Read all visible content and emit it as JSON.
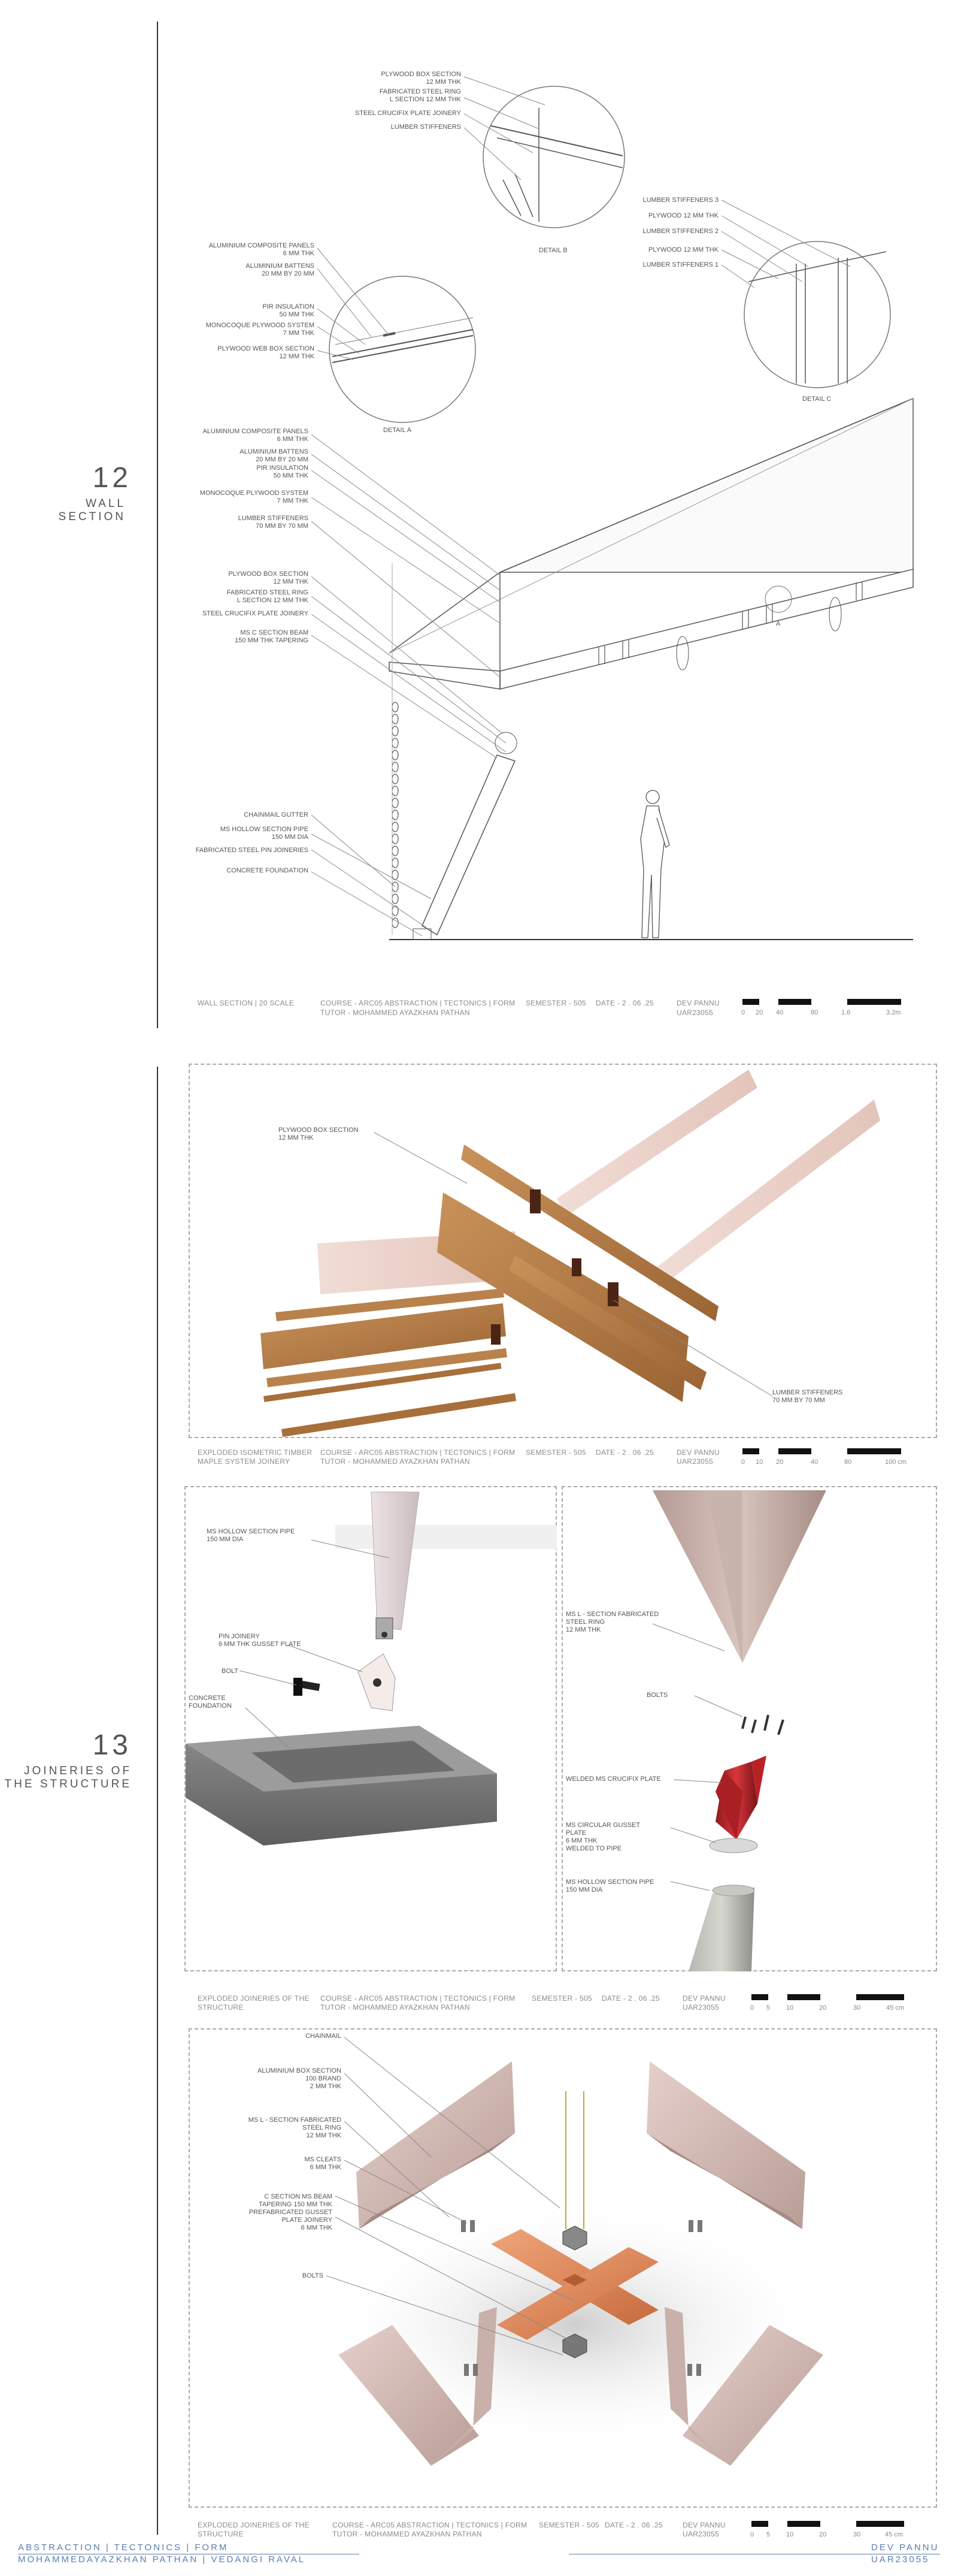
{
  "sec12": {
    "number": "12",
    "title_l1": "WALL",
    "title_l2": "SECTION",
    "detailB": {
      "caption": "DETAIL B",
      "labels": [
        "PLYWOOD BOX SECTION",
        "12 MM THK",
        "FABRICATED STEEL RING",
        "L SECTION 12 MM THK",
        "STEEL CRUCIFIX PLATE JOINERY",
        "LUMBER STIFFENERS"
      ]
    },
    "detailC": {
      "caption": "DETAIL C",
      "labels": [
        "LUMBER STIFFENERS 3",
        "PLYWOOD 12 MM THK",
        "LUMBER STIFFENERS 2",
        "PLYWOOD 12 MM THK",
        "LUMBER STIFFENERS 1"
      ]
    },
    "detailA": {
      "caption": "DETAIL A",
      "labels": [
        "ALUMINIUM COMPOSITE PANELS",
        "6 MM THK",
        "ALUMINIUM BATTENS",
        "20 MM BY 20 MM",
        "PIR INSULATION",
        "50 MM THK",
        "MONOCOQUE PLYWOOD SYSTEM",
        "7 MM THK",
        "PLYWOOD WEB BOX SECTION",
        "12 MM THK"
      ]
    },
    "main_labels": [
      "ALUMINIUM COMPOSITE PANELS",
      "6 MM THK",
      "ALUMINIUM BATTENS",
      "20 MM BY 20 MM",
      "PIR INSULATION",
      "50 MM THK",
      "MONOCOQUE PLYWOOD SYSTEM",
      "7 MM THK",
      "LUMBER STIFFENERS",
      "70 MM BY 70 MM",
      "PLYWOOD BOX SECTION",
      "12 MM THK",
      "FABRICATED STEEL RING",
      "L SECTION 12 MM THK",
      "STEEL CRUCIFIX PLATE JOINERY",
      "MS C SECTION BEAM",
      "150 MM THK TAPERING",
      "CHAINMAIL GUTTER",
      "MS HOLLOW SECTION PIPE",
      "150 MM DIA",
      "FABRICATED STEEL PIN JOINERIES",
      "CONCRETE FOUNDATION"
    ],
    "marker_a": "A",
    "titleblock": {
      "drawing": "WALL SECTION | 20 SCALE",
      "course": "COURSE - ARC05 ABSTRACTION | TECTONICS | FORM",
      "tutor": "TUTOR - MOHAMMED AYAZKHAN PATHAN",
      "semester": "SEMESTER - 505",
      "date": "DATE - 2 . 06 .25",
      "student": "DEV PANNU",
      "roll": "UAR23055",
      "scale_ticks": [
        "0",
        "20",
        "40",
        "80",
        "1.6",
        "3.2m"
      ]
    }
  },
  "sec13": {
    "number": "13",
    "title_l1": "JOINERIES OF",
    "title_l2": "THE STRUCTURE",
    "timber": {
      "labels": [
        "PLYWOOD BOX SECTION",
        "12 MM THK",
        "LUMBER STIFFENERS",
        "70 MM BY 70 MM"
      ],
      "titleblock": {
        "drawing_l1": "EXPLODED ISOMETRIC TIMBER",
        "drawing_l2": "MAPLE SYSTEM JOINERY",
        "course": "COURSE - ARC05 ABSTRACTION | TECTONICS | FORM",
        "tutor": "TUTOR - MOHAMMED AYAZKHAN PATHAN",
        "semester": "SEMESTER - 505",
        "date": "DATE - 2 . 06 .25",
        "student": "DEV PANNU",
        "roll": "UAR23055",
        "scale_ticks": [
          "0",
          "10",
          "20",
          "40",
          "80",
          "100 cm"
        ]
      }
    },
    "pin": {
      "labels": [
        "MS HOLLOW SECTION PIPE",
        "150 MM DIA",
        "PIN JOINERY",
        "6 MM THK GUSSET PLATE",
        "BOLT",
        "CONCRETE",
        "FOUNDATION"
      ]
    },
    "ring": {
      "labels": [
        "MS L - SECTION FABRICATED",
        "STEEL RING",
        "12 MM THK",
        "BOLTS",
        "WELDED MS CRUCIFIX PLATE",
        "MS CIRCULAR GUSSET",
        "PLATE",
        "6 MM THK",
        "WELDED TO PIPE",
        "MS HOLLOW SECTION PIPE",
        "150 MM DIA"
      ]
    },
    "tb2": {
      "drawing_l1": "EXPLODED JOINERIES OF THE",
      "drawing_l2": "STRUCTURE",
      "course": "COURSE - ARC05 ABSTRACTION | TECTONICS | FORM",
      "tutor": "TUTOR - MOHAMMED AYAZKHAN PATHAN",
      "semester": "SEMESTER - 505",
      "date": "DATE - 2 . 06 .25",
      "student": "DEV PANNU",
      "roll": "UAR23055",
      "scale_ticks": [
        "0",
        "5",
        "10",
        "20",
        "30",
        "45 cm"
      ]
    },
    "crucifix": {
      "labels": [
        "CHAINMAIL",
        "ALUMINIUM BOX SECTION",
        "100 BRAND",
        "2 MM THK",
        "MS L - SECTION FABRICATED",
        "STEEL RING",
        "12 MM THK",
        "MS CLEATS",
        "6 MM THK",
        "C SECTION MS BEAM",
        "TAPERING 150 MM THK",
        "PREFABRICATED GUSSET",
        "PLATE JOINERY",
        "6 MM THK",
        "BOLTS"
      ]
    },
    "tb3": {
      "drawing_l1": "EXPLODED JOINERIES OF THE",
      "drawing_l2": "STRUCTURE",
      "course": "COURSE - ARC05 ABSTRACTION | TECTONICS | FORM",
      "tutor": "TUTOR - MOHAMMED AYAZKHAN PATHAN",
      "semester": "SEMESTER - 505",
      "date": "DATE - 2 . 06 .25",
      "student": "DEV PANNU",
      "roll": "UAR23055",
      "scale_ticks": [
        "0",
        "5",
        "10",
        "20",
        "30",
        "45 cm"
      ]
    }
  },
  "footer": {
    "left_l1": "ABSTRACTION | TECTONICS | FORM",
    "left_l2": "MOHAMMEDAYAZKHAN PATHAN | VEDANGI RAVAL",
    "right_l1": "DEV PANNU",
    "right_l2": "UAR23055"
  },
  "colors": {
    "footer_accent": "#5a7db0",
    "steel_red": "#c0282e",
    "copper": "#d9875a",
    "timber": "#b07a45"
  }
}
